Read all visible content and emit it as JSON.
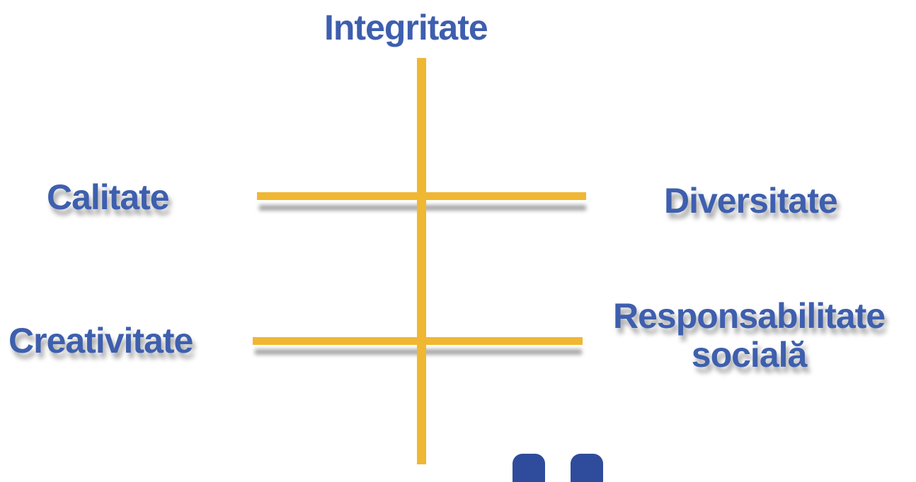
{
  "labels": {
    "top": "Integritate",
    "left_upper": "Calitate",
    "left_lower": "Creativitate",
    "right_upper": "Diversitate",
    "right_lower_line1": "Responsabilitate",
    "right_lower_line2": "socială"
  },
  "colors": {
    "label_text": "#3e5fae",
    "bars": "#f0b732",
    "bottom_shapes": "#2f4c9c",
    "background": "#ffffff"
  }
}
